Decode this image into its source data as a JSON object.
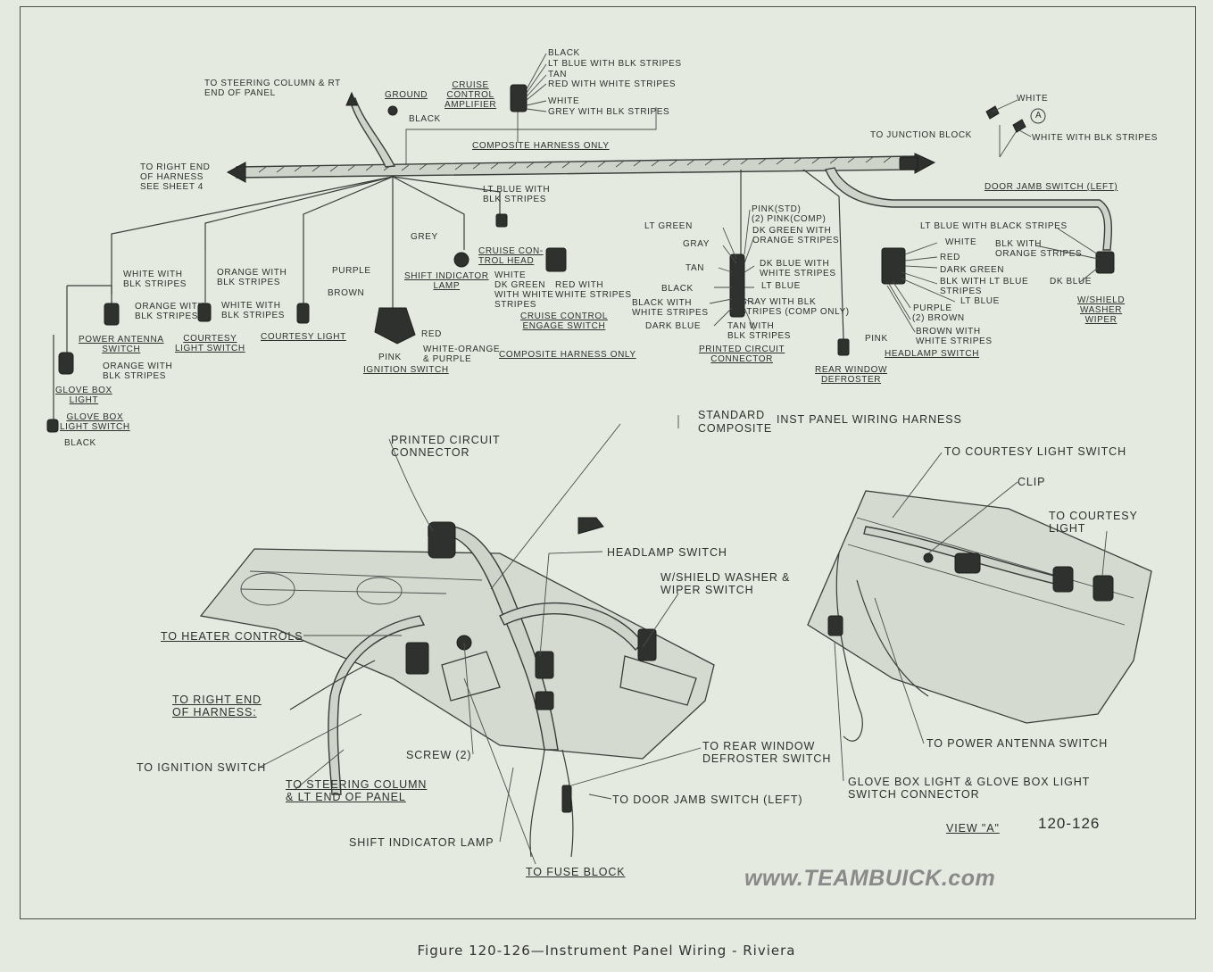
{
  "caption": "Figure 120-126—Instrument Panel Wiring - Riviera",
  "figure_number": "120-126",
  "watermark": "www.TEAMBUICK.com",
  "view_marker": "A",
  "top_labels": {
    "steering_col": "TO STEERING COLUMN & RT\nEND OF PANEL",
    "ground": "GROUND",
    "black_ground": "BLACK",
    "cruise_amp": "CRUISE\nCONTROL\nAMPLIFIER",
    "amp_wires": [
      "BLACK",
      "LT BLUE WITH BLK STRIPES",
      "TAN",
      "RED WITH WHITE STRIPES",
      "WHITE",
      "GREY WITH BLK STRIPES"
    ],
    "composite_only_1": "COMPOSITE HARNESS ONLY",
    "junction": "TO JUNCTION BLOCK",
    "right_end": "TO RIGHT END\nOF HARNESS\nSEE SHEET 4",
    "door_white": "WHITE",
    "door_white_blk": "WHITE WITH BLK STRIPES",
    "door_jamb": "DOOR JAMB SWITCH (LEFT)",
    "lt_blue_blk": "LT BLUE WITH\nBLK STRIPES",
    "grey": "GREY",
    "cruise_head": "CRUISE CON-\nTROL HEAD",
    "shift_lamp": "SHIFT INDICATOR\nLAMP",
    "purple": "PURPLE",
    "brown": "BROWN",
    "red": "RED",
    "pink": "PINK",
    "white_orange": "WHITE-ORANGE\n& PURPLE",
    "ignition": "IGNITION SWITCH",
    "white_wbk_1": "WHITE WITH\nBLK STRIPES",
    "orange_wbk_1": "ORANGE WITH\nBLK STRIPES",
    "orange_wbk_2": "ORANGE WITH\nBLK STRIPES",
    "white_wbk_2": "WHITE WITH\nBLK STRIPES",
    "orange_wbk_3": "ORANGE WITH\nBLK STRIPES",
    "power_antenna": "POWER ANTENNA\nSWITCH",
    "courtesy_sw": "COURTESY\nLIGHT SWITCH",
    "courtesy_light": "COURTESY LIGHT",
    "glove_light": "GLOVE BOX\nLIGHT",
    "glove_sw": "GLOVE BOX\nLIGHT SWITCH",
    "black_glove": "BLACK",
    "engage_wires": "WHITE\nDK GREEN\nWITH WHITE\nSTRIPES",
    "red_white": "RED WITH\nWHITE STRIPES",
    "engage_sw": "CRUISE CONTROL\nENGAGE SWITCH",
    "composite_only_2": "COMPOSITE HARNESS ONLY",
    "pc_left": [
      "LT GREEN",
      "GRAY",
      "TAN",
      "BLACK",
      "BLACK WITH\nWHITE STRIPES",
      "DARK BLUE"
    ],
    "pc_right": [
      "PINK(STD)\n(2) PINK(COMP)",
      "DK GREEN WITH\nORANGE STRIPES",
      "DK BLUE WITH\nWHITE STRIPES",
      "LT BLUE",
      "GRAY WITH BLK\nSTRIPES (COMP ONLY)",
      "TAN WITH\nBLK STRIPES"
    ],
    "pc_connector": "PRINTED CIRCUIT\nCONNECTOR",
    "rear_pink": "PINK",
    "rear_defrost": "REAR WINDOW\nDEFROSTER",
    "hl_wires": [
      "WHITE",
      "RED",
      "DARK GREEN",
      "BLK WITH LT BLUE\nSTRIPES",
      "LT BLUE",
      "PURPLE",
      "(2) BROWN",
      "BROWN WITH\nWHITE STRIPES"
    ],
    "headlamp": "HEADLAMP SWITCH",
    "lt_blue_black": "LT BLUE WITH BLACK STRIPES",
    "blk_orange": "BLK WITH\nORANGE STRIPES",
    "dk_blue": "DK BLUE",
    "wiper": "W/SHIELD\nWASHER\nWIPER"
  },
  "bottom_labels": {
    "standard": "STANDARD",
    "composite": "COMPOSITE",
    "inst_harness": "INST PANEL WIRING HARNESS",
    "pc_connector": "PRINTED CIRCUIT\nCONNECTOR",
    "headlamp": "HEADLAMP SWITCH",
    "wiper": "W/SHIELD WASHER &\nWIPER SWITCH",
    "heater": "TO HEATER CONTROLS",
    "right_end": "TO RIGHT END\nOF HARNESS:",
    "ignition": "TO IGNITION SWITCH",
    "steering": "TO STEERING COLUMN\n& LT END OF PANEL",
    "screw": "SCREW (2)",
    "rear_defrost": "TO REAR WINDOW\nDEFROSTER SWITCH",
    "door_jamb": "TO DOOR JAMB SWITCH (LEFT)",
    "shift_lamp": "SHIFT INDICATOR LAMP",
    "fuse": "TO FUSE BLOCK",
    "courtesy_sw": "TO COURTESY LIGHT SWITCH",
    "clip": "CLIP",
    "courtesy_light": "TO COURTESY\nLIGHT",
    "power_antenna": "TO POWER ANTENNA SWITCH",
    "glove": "GLOVE BOX LIGHT & GLOVE BOX LIGHT\nSWITCH CONNECTOR",
    "view": "VIEW \"A\""
  }
}
